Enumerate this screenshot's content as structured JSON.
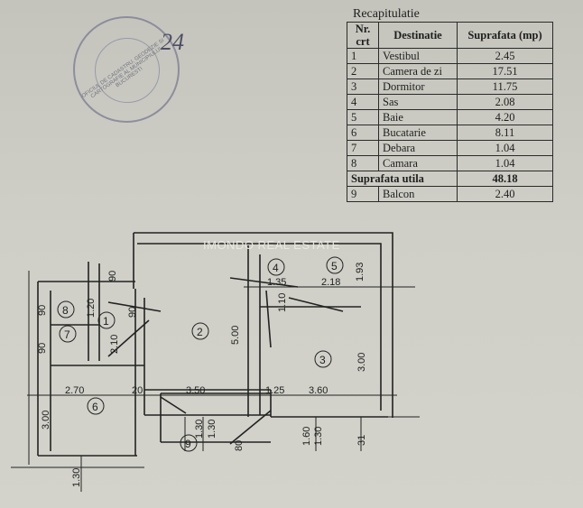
{
  "summary": {
    "title": "Recapitulatie",
    "headers": {
      "nr": "Nr. crt",
      "destinatie": "Destinatie",
      "suprafata": "Suprafata (mp)"
    },
    "rows": [
      {
        "nr": "1",
        "name": "Vestibul",
        "area": "2.45"
      },
      {
        "nr": "2",
        "name": "Camera de zi",
        "area": "17.51"
      },
      {
        "nr": "3",
        "name": "Dormitor",
        "area": "11.75"
      },
      {
        "nr": "4",
        "name": "Sas",
        "area": "2.08"
      },
      {
        "nr": "5",
        "name": "Baie",
        "area": "4.20"
      },
      {
        "nr": "6",
        "name": "Bucatarie",
        "area": "8.11"
      },
      {
        "nr": "7",
        "name": "Debara",
        "area": "1.04"
      },
      {
        "nr": "8",
        "name": "Camara",
        "area": "1.04"
      }
    ],
    "total": {
      "label": "Suprafata utila",
      "area": "48.18"
    },
    "extra": {
      "nr": "9",
      "name": "Balcon",
      "area": "2.40"
    }
  },
  "stamp": {
    "text": "OFICIUL DE CADASTRU, GEODEZIE SI CARTOGRAFIE AL MUNICIPIULUI BUCURESTI",
    "signature": "24"
  },
  "watermark": "IMONDO REAL ESTATE",
  "plan": {
    "room_numbers": [
      "1",
      "2",
      "3",
      "4",
      "5",
      "6",
      "7",
      "8",
      "9"
    ],
    "dimensions": [
      "2.70",
      "3.50",
      "3.60",
      "5.00",
      "3.00",
      "3.00",
      "1.35",
      "2.18",
      "1.93",
      "1.25",
      "1.30",
      "1.60",
      "1.30",
      "1.30",
      "1.30",
      "90",
      "90",
      "90",
      "90",
      "1.20",
      "1.10",
      "2.10",
      "20",
      "31",
      "80"
    ]
  }
}
